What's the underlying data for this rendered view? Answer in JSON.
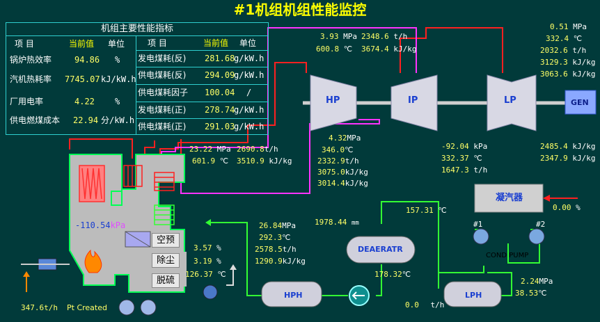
{
  "title": "#1机组机组性能监控",
  "table": {
    "header": "机组主要性能指标",
    "col_item": "项  目",
    "col_current": "当前值",
    "col_unit": "单位",
    "left_rows": [
      {
        "label": "锅炉热效率",
        "value": "94.86",
        "unit": "%"
      },
      {
        "label": "汽机热耗率",
        "value": "7745.07",
        "unit": "kJ/kW.h"
      },
      {
        "label": "厂用电率",
        "value": "4.22",
        "unit": "%"
      },
      {
        "label": "供电燃煤成本",
        "value": "22.94",
        "unit": "分/kW.h"
      }
    ],
    "right_rows": [
      {
        "label": "发电煤耗(反)",
        "value": "281.68",
        "unit": "g/kW.h"
      },
      {
        "label": "供电煤耗(反)",
        "value": "294.09",
        "unit": "g/kW.h"
      },
      {
        "label": "供电煤耗因子",
        "value": "100.04",
        "unit": "/"
      },
      {
        "label": "发电煤耗(正)",
        "value": "278.74",
        "unit": "g/kW.h"
      },
      {
        "label": "供电煤耗(正)",
        "value": "291.03",
        "unit": "g/kW.h"
      }
    ]
  },
  "turbine": {
    "hp": "HP",
    "ip": "IP",
    "lp": "LP",
    "gen": "GEN",
    "reheat_in": {
      "pressure": "3.93",
      "p_unit": "MPa",
      "temp": "600.8",
      "t_unit": "℃",
      "flow": "2348.6",
      "f_unit": "t/h",
      "enthalpy": "3674.4",
      "h_unit": "kJ/kg"
    },
    "hp_exhaust": {
      "pressure": "4.32",
      "p_unit": "MPa",
      "temp": "346.0",
      "t_unit": "℃",
      "flow": "2332.9",
      "f_unit": "t/h",
      "h1": "3075.0",
      "h2": "3014.4",
      "h_unit": "kJ/kg"
    },
    "main_steam": {
      "pressure": "23.22",
      "p_unit": "MPa",
      "temp": "601.9",
      "t_unit": "℃",
      "flow": "2690.8",
      "f_unit": "t/h",
      "enthalpy": "3510.9",
      "h_unit": "kJ/kg"
    },
    "lp_outlet": {
      "pressure": "0.51",
      "p_unit": "MPa",
      "temp": "332.4",
      "t_unit": "℃",
      "flow": "2032.6",
      "f_unit": "t/h",
      "h1": "3129.3",
      "h2": "3063.6",
      "h_unit": "kJ/kg"
    },
    "lp_exhaust": {
      "flow": "2485.4",
      "f_unit": "kJ/kg",
      "enthalpy": "2347.9",
      "h_unit": "kJ/kg"
    },
    "condenser_vac": {
      "pressure": "-92.04",
      "p_unit": "kPa",
      "temp": "332.37",
      "t_unit": "℃",
      "flow": "1647.3",
      "f_unit": "t/h"
    }
  },
  "condenser": {
    "label": "凝汽器",
    "value": "0.00",
    "unit": "%"
  },
  "pumps": {
    "p1": "#1",
    "p2": "#2",
    "label": "COND PUMP"
  },
  "lph": {
    "label": "LPH",
    "pressure": "2.24",
    "p_unit": "MPa",
    "temp": "38.53",
    "t_unit": "℃",
    "flow": "0.0",
    "f_unit": "t/h"
  },
  "deaerator": {
    "label": "DEAERATR",
    "level": "1978.44",
    "level_unit": "mm",
    "temp_in": "157.31",
    "t_unit": "℃",
    "temp_out": "178.32"
  },
  "hph": {
    "label": "HPH"
  },
  "feedwater": {
    "pressure": "26.84",
    "p_unit": "MPa",
    "temp": "292.3",
    "t_unit": "℃",
    "flow": "2578.5",
    "f_unit": "t/h",
    "enthalpy": "1290.9",
    "h_unit": "kJ/kg"
  },
  "boiler": {
    "furnace_pressure": "-110.54",
    "fp_unit": "kPa",
    "air_preheater": "空预",
    "dust": "除尘",
    "desulf": "脱硫",
    "o2_1": "3.57",
    "o2_2": "3.19",
    "o_unit": "%",
    "exhaust_temp": "126.37",
    "et_unit": "℃",
    "coal_flow": "347.6",
    "cf_unit": "t/h",
    "pt_label": "Pt Created"
  },
  "colors": {
    "bg": "#013a3a",
    "title": "#ffff00",
    "value": "#ffff66",
    "red": "#ff2020",
    "magenta": "#ff33ff",
    "green": "#33ff33"
  }
}
